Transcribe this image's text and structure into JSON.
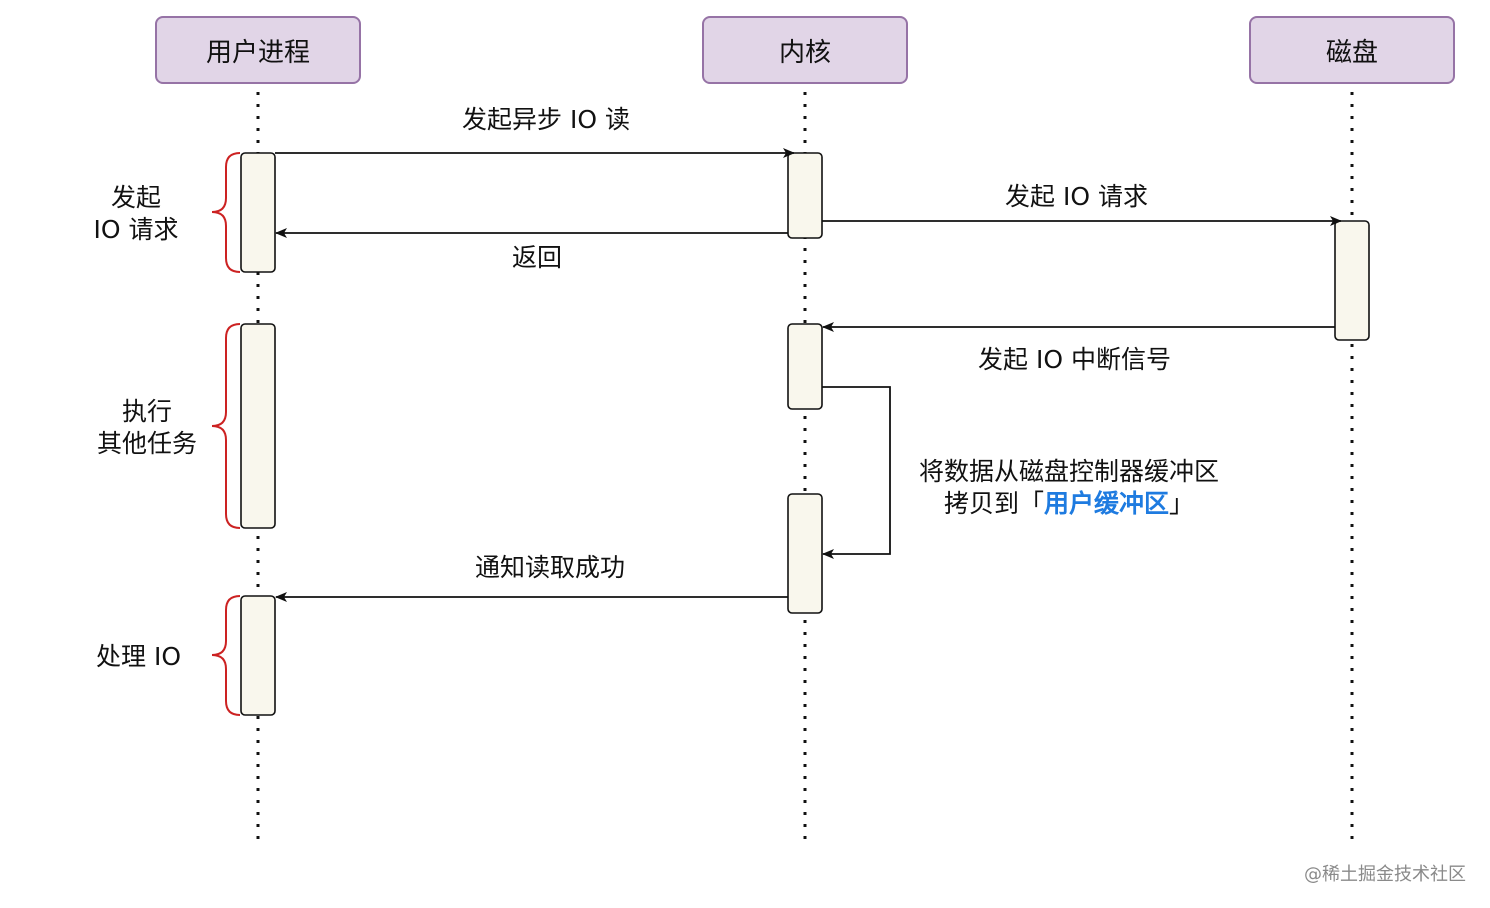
{
  "participants": {
    "user_process": "用户进程",
    "kernel": "内核",
    "disk": "磁盘"
  },
  "messages": {
    "async_read": "发起异步 IO 读",
    "return": "返回",
    "io_request": "发起 IO 请求",
    "interrupt": "发起 IO 中断信号",
    "copy_line1": "将数据从磁盘控制器缓冲区",
    "copy_line2_prefix": "拷贝到「",
    "copy_line2_highlight": "用户缓冲区",
    "copy_line2_suffix": "」",
    "notify": "通知读取成功"
  },
  "phases": {
    "initiate_line1": "发起",
    "initiate_line2": "IO 请求",
    "other_line1": "执行",
    "other_line2": "其他任务",
    "process": "处理 IO"
  },
  "colors": {
    "participant_fill": "#e1d5e7",
    "participant_border": "#9673a6",
    "activation_fill": "#f9f7ed",
    "brace": "#cc2222",
    "highlight": "#1e7be0"
  },
  "watermark": "@稀土掘金技术社区"
}
